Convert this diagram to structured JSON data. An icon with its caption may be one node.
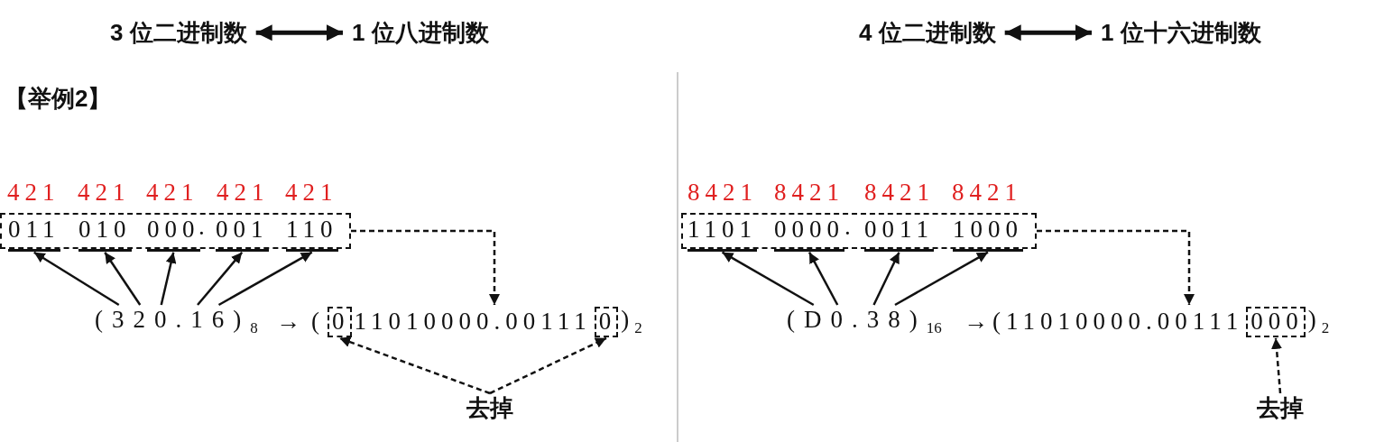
{
  "diagram": {
    "nodes": [
      {
        "text": [
          "3 位二进制数"
        ]
      },
      {
        "text": [
          "1 位八进制数"
        ]
      },
      {
        "text": [
          "4 位二进制数"
        ]
      },
      {
        "text": [
          "1 位十六进制数"
        ]
      },
      {
        "text": [],
        "shape": "box"
      },
      {
        "text": [
          "011"
        ],
        "in": 4
      },
      {
        "text": [
          "010"
        ],
        "in": 4
      },
      {
        "text": [
          "000"
        ],
        "in": 4
      },
      {
        "text": [
          "001"
        ],
        "in": 4
      },
      {
        "text": [
          "110"
        ],
        "in": 4
      },
      {
        "text": [
          "(320.16)$_{8}$"
        ]
      },
      {
        "text": [
          "(",
          "11010000.00111",
          ")$_{2}$"
        ]
      },
      {
        "text": [
          "0"
        ],
        "in": 11
      },
      {
        "text": [
          "0"
        ],
        "in": 11
      },
      {
        "text": [
          "去掉"
        ]
      },
      {
        "text": [],
        "shape": "box"
      },
      {
        "text": [
          "1101"
        ],
        "in": 15
      },
      {
        "text": [
          "0000"
        ],
        "in": 15
      },
      {
        "text": [
          "0011"
        ],
        "in": 15
      },
      {
        "text": [
          "1000"
        ],
        "in": 15
      },
      {
        "text": [
          "(D0.38)$_{16}$"
        ]
      },
      {
        "text": [
          "(",
          "11010000.00111",
          ")$_{2}$"
        ]
      },
      {
        "text": [
          "000"
        ],
        "in": 21
      },
      {
        "text": [
          "去掉"
        ]
      }
    ],
    "edges": [
      {
        "from": 0,
        "to": 1,
        "arrow": "both",
        "style": "thick"
      },
      {
        "from": 2,
        "to": 3,
        "arrow": "both",
        "style": "thick"
      },
      {
        "from": 10,
        "to": 5,
        "arrow": "to"
      },
      {
        "from": 10,
        "to": 6,
        "arrow": "to"
      },
      {
        "from": 10,
        "to": 7,
        "arrow": "to"
      },
      {
        "from": 10,
        "to": 8,
        "arrow": "to"
      },
      {
        "from": 10,
        "to": 9,
        "arrow": "to"
      },
      {
        "from": 4,
        "to": 11,
        "arrow": "to",
        "style": "dashed"
      },
      {
        "from": 14,
        "to": 12,
        "arrow": "to",
        "style": "dashed"
      },
      {
        "from": 14,
        "to": 13,
        "arrow": "to",
        "style": "dashed"
      },
      {
        "from": 20,
        "to": 16,
        "arrow": "to"
      },
      {
        "from": 20,
        "to": 17,
        "arrow": "to"
      },
      {
        "from": 20,
        "to": 18,
        "arrow": "to"
      },
      {
        "from": 20,
        "to": 19,
        "arrow": "to"
      },
      {
        "from": 15,
        "to": 21,
        "arrow": "to",
        "style": "dashed"
      },
      {
        "from": 23,
        "to": 22,
        "arrow": "to",
        "style": "dashed"
      }
    ],
    "labels": [
      "【举例2】",
      "421",
      "421",
      "421",
      "421",
      "421",
      "8421",
      "8421",
      "8421",
      "8421",
      ".",
      ".",
      "→",
      "→"
    ]
  }
}
